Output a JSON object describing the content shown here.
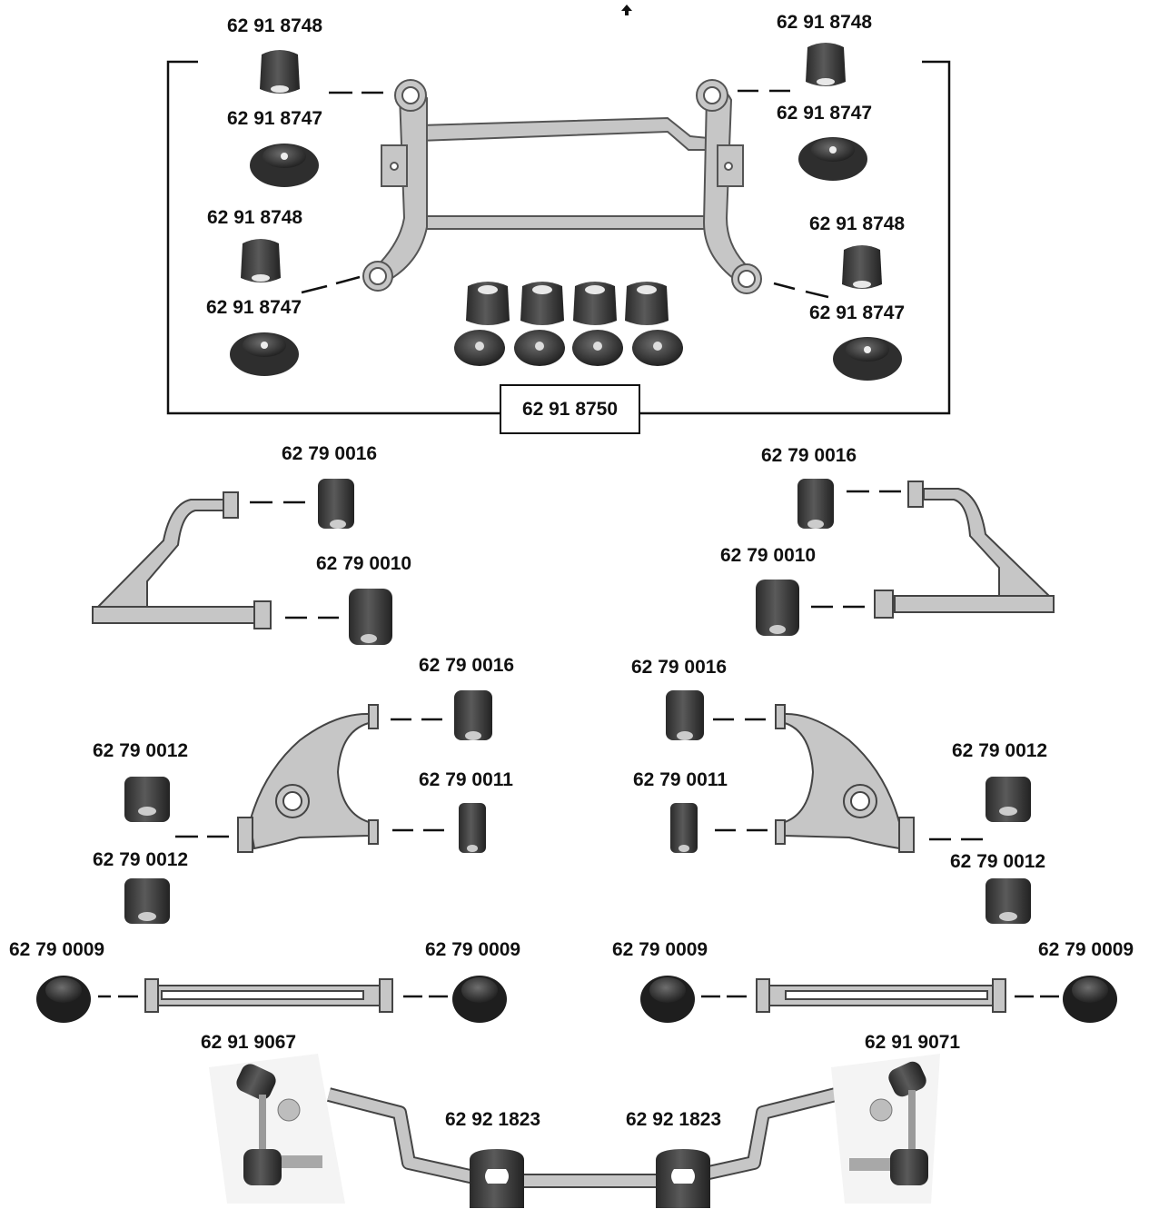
{
  "labels": {
    "frame_top_left": "62 91 8748",
    "frame_top_left_2": "62 91 8747",
    "frame_bottom_left": "62 91 8748",
    "frame_bottom_left_2": "62 91 8747",
    "frame_top_right": "62 91 8748",
    "frame_top_right_2": "62 91 8747",
    "frame_bottom_right": "62 91 8748",
    "frame_bottom_right_2": "62 91 8747",
    "kit": "62 91 8750",
    "upper_left_a": "62 79 0016",
    "upper_left_b": "62 79 0010",
    "upper_right_a": "62 79 0016",
    "upper_right_b": "62 79 0010",
    "lower_left_a": "62 79 0016",
    "lower_left_b": "62 79 0011",
    "lower_left_c": "62 79 0012",
    "lower_left_d": "62 79 0012",
    "lower_right_a": "62 79 0016",
    "lower_right_b": "62 79 0011",
    "lower_right_c": "62 79 0012",
    "lower_right_d": "62 79 0012",
    "rod_left_a": "62 79 0009",
    "rod_left_b": "62 79 0009",
    "rod_right_a": "62 79 0009",
    "rod_right_b": "62 79 0009",
    "link_left": "62 91 9067",
    "link_right": "62 91 9071",
    "sway_left": "62 92 1823",
    "sway_right": "62 92 1823"
  },
  "colors": {
    "part": "#c4c4c4",
    "rubber": "#3a3a3a",
    "line": "#111111"
  }
}
